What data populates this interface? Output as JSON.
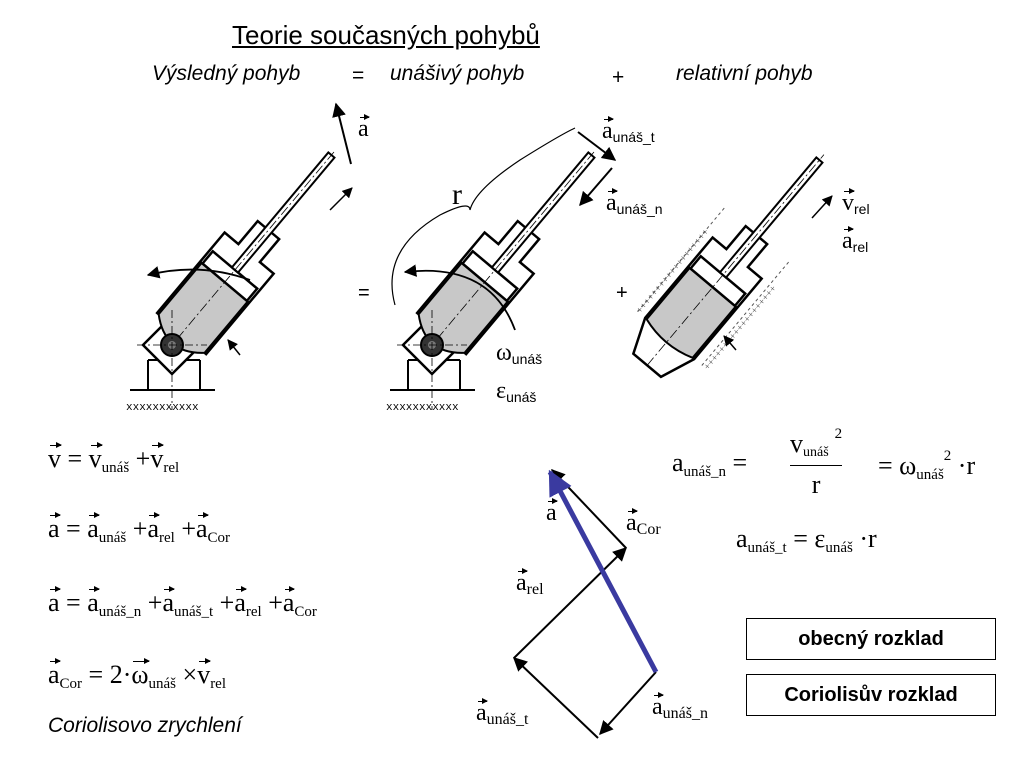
{
  "header": {
    "title": "Teorie současných pohybů",
    "result": "Výsledný pohyb",
    "eq_sign": "=",
    "transport": "unášivý pohyb",
    "plus_sign": "+",
    "relative": "relativní pohyb"
  },
  "figure_labels": {
    "a": "a",
    "a_unas_t": "a",
    "a_unas_t_sub": "unáš_t",
    "a_unas_n": "a",
    "a_unas_n_sub": "unáš_n",
    "r": "r",
    "v_rel": "v",
    "v_rel_sub": "rel",
    "a_rel": "a",
    "a_rel_sub": "rel",
    "omega": "ω",
    "omega_sub": "unáš",
    "epsilon": "ε",
    "epsilon_sub": "unáš",
    "equals": "=",
    "plus": "+"
  },
  "equations": {
    "v_eq": {
      "lhs": "v",
      "eq": "=",
      "t1": "v",
      "t1_sub": "unáš",
      "plus": "+",
      "t2": "v",
      "t2_sub": "rel"
    },
    "a_eq1": {
      "lhs": "a",
      "eq": "=",
      "t1": "a",
      "t1_sub": "unáš",
      "plus1": "+",
      "t2": "a",
      "t2_sub": "rel",
      "plus2": "+",
      "t3": "a",
      "t3_sub": "Cor"
    },
    "a_eq2": {
      "lhs": "a",
      "eq": "=",
      "t1": "a",
      "t1_sub": "unáš_n",
      "plus1": "+",
      "t2": "a",
      "t2_sub": "unáš_t",
      "plus2": "+",
      "t3": "a",
      "t3_sub": "rel",
      "plus3": "+",
      "t4": "a",
      "t4_sub": "Cor"
    },
    "cor_eq": {
      "lhs": "a",
      "lhs_sub": "Cor",
      "eq": "=",
      "coef": "2",
      "dot": "·",
      "w": "ω",
      "w_sub": "unáš",
      "times": "×",
      "v": "v",
      "v_sub": "rel"
    },
    "an_eq": {
      "lhs": "a",
      "lhs_sub": "unáš_n",
      "eq": "=",
      "num": "v",
      "num_sub": "unáš",
      "num_exp": "2",
      "den": "r",
      "eq2": "=",
      "w": "ω",
      "w_sub": "unáš",
      "w_exp": "2",
      "dot": "·",
      "r": "r"
    },
    "at_eq": {
      "lhs": "a",
      "lhs_sub": "unáš_t",
      "eq": "=",
      "e": "ε",
      "e_sub": "unáš",
      "dot": "·",
      "r": "r"
    }
  },
  "coriolis_note": "Coriolisovo zrychlení",
  "vector_diagram": {
    "a": "a",
    "a_cor": "a",
    "a_cor_sub": "Cor",
    "a_rel": "a",
    "a_rel_sub": "rel",
    "a_unas_t": "a",
    "a_unas_t_sub": "unáš_t",
    "a_unas_n": "a",
    "a_unas_n_sub": "unáš_n",
    "resultant_color": "#3a3aa0"
  },
  "buttons": {
    "general": "obecný rozklad",
    "coriolis": "Coriolisův rozklad"
  }
}
